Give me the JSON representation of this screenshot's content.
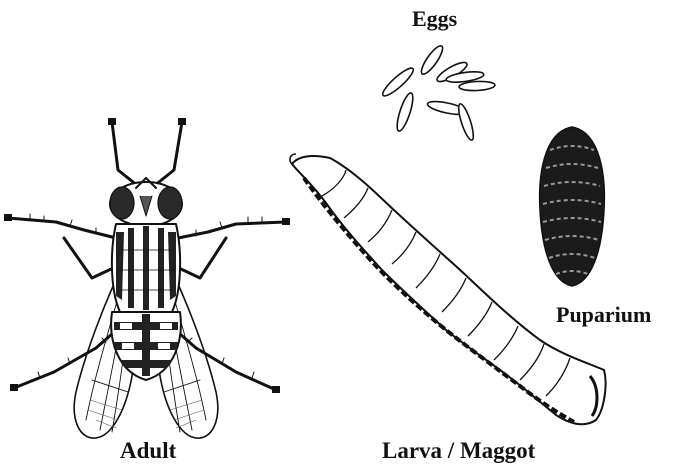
{
  "labels": {
    "eggs": "Eggs",
    "puparium": "Puparium",
    "adult": "Adult",
    "larva": "Larva / Maggot"
  },
  "stages": [
    {
      "key": "adult",
      "icon": "adult-fly-icon"
    },
    {
      "key": "eggs",
      "icon": "eggs-icon"
    },
    {
      "key": "larva",
      "icon": "larva-maggot-icon"
    },
    {
      "key": "puparium",
      "icon": "puparium-icon"
    }
  ],
  "colors": {
    "ink": "#111111",
    "background": "#ffffff",
    "puparium_fill": "#1b1b1b"
  }
}
